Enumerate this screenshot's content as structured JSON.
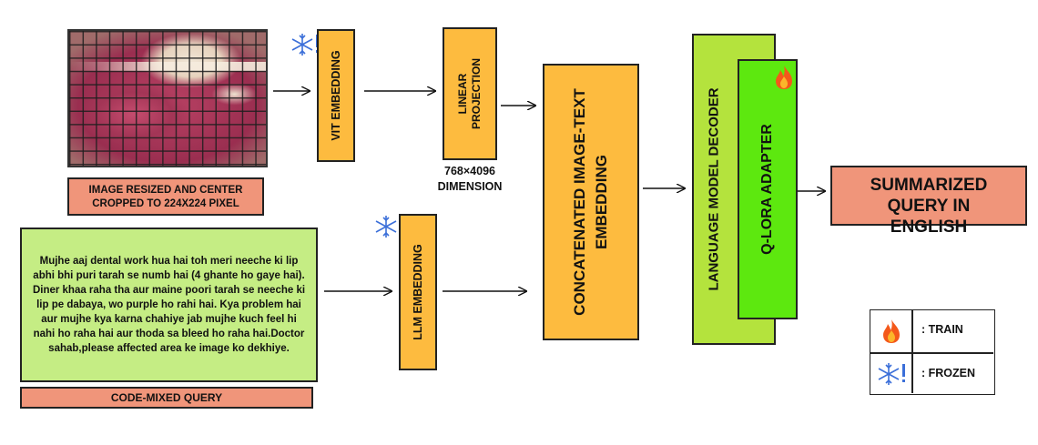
{
  "image_caption": "IMAGE RESIZED AND CENTER CROPPED TO 224X224 PIXEL",
  "vit_embedding": "VIT EMBEDDING",
  "linear_projection": "LINEAR PROJECTION",
  "dimension": "768×4096 DIMENSION",
  "query_text": "Mujhe aaj dental work hua hai toh meri neeche ki lip abhi bhi puri tarah se numb hai (4 ghante ho gaye hai). Diner khaa raha tha aur maine poori tarah se neeche ki lip pe dabaya, wo purple ho rahi hai. Kya problem hai aur mujhe kya karna chahiye jab mujhe kuch feel hi nahi ho raha hai aur thoda sa bleed ho raha hai.Doctor sahab,please affected area ke image ko dekhiye.",
  "query_caption": "CODE-MIXED QUERY",
  "llm_embedding": "LLM EMBEDDING",
  "concat_embedding": "CONCATENATED IMAGE-TEXT EMBEDDING",
  "decoder": "LANGUAGE MODEL DECODER",
  "adapter": "Q-LORA ADAPTER",
  "output": "SUMMARIZED QUERY IN ENGLISH",
  "legend": {
    "train_label": ": TRAIN",
    "frozen_label": ": FROZEN",
    "train_icon": "fire-icon",
    "frozen_icon": "snowflake-icon"
  },
  "colors": {
    "salmon": "#f0957a",
    "orange": "#fdbb3f",
    "light_green": "#b4e33d",
    "bright_green": "#5de80f",
    "query_bg": "#c5ed84"
  }
}
